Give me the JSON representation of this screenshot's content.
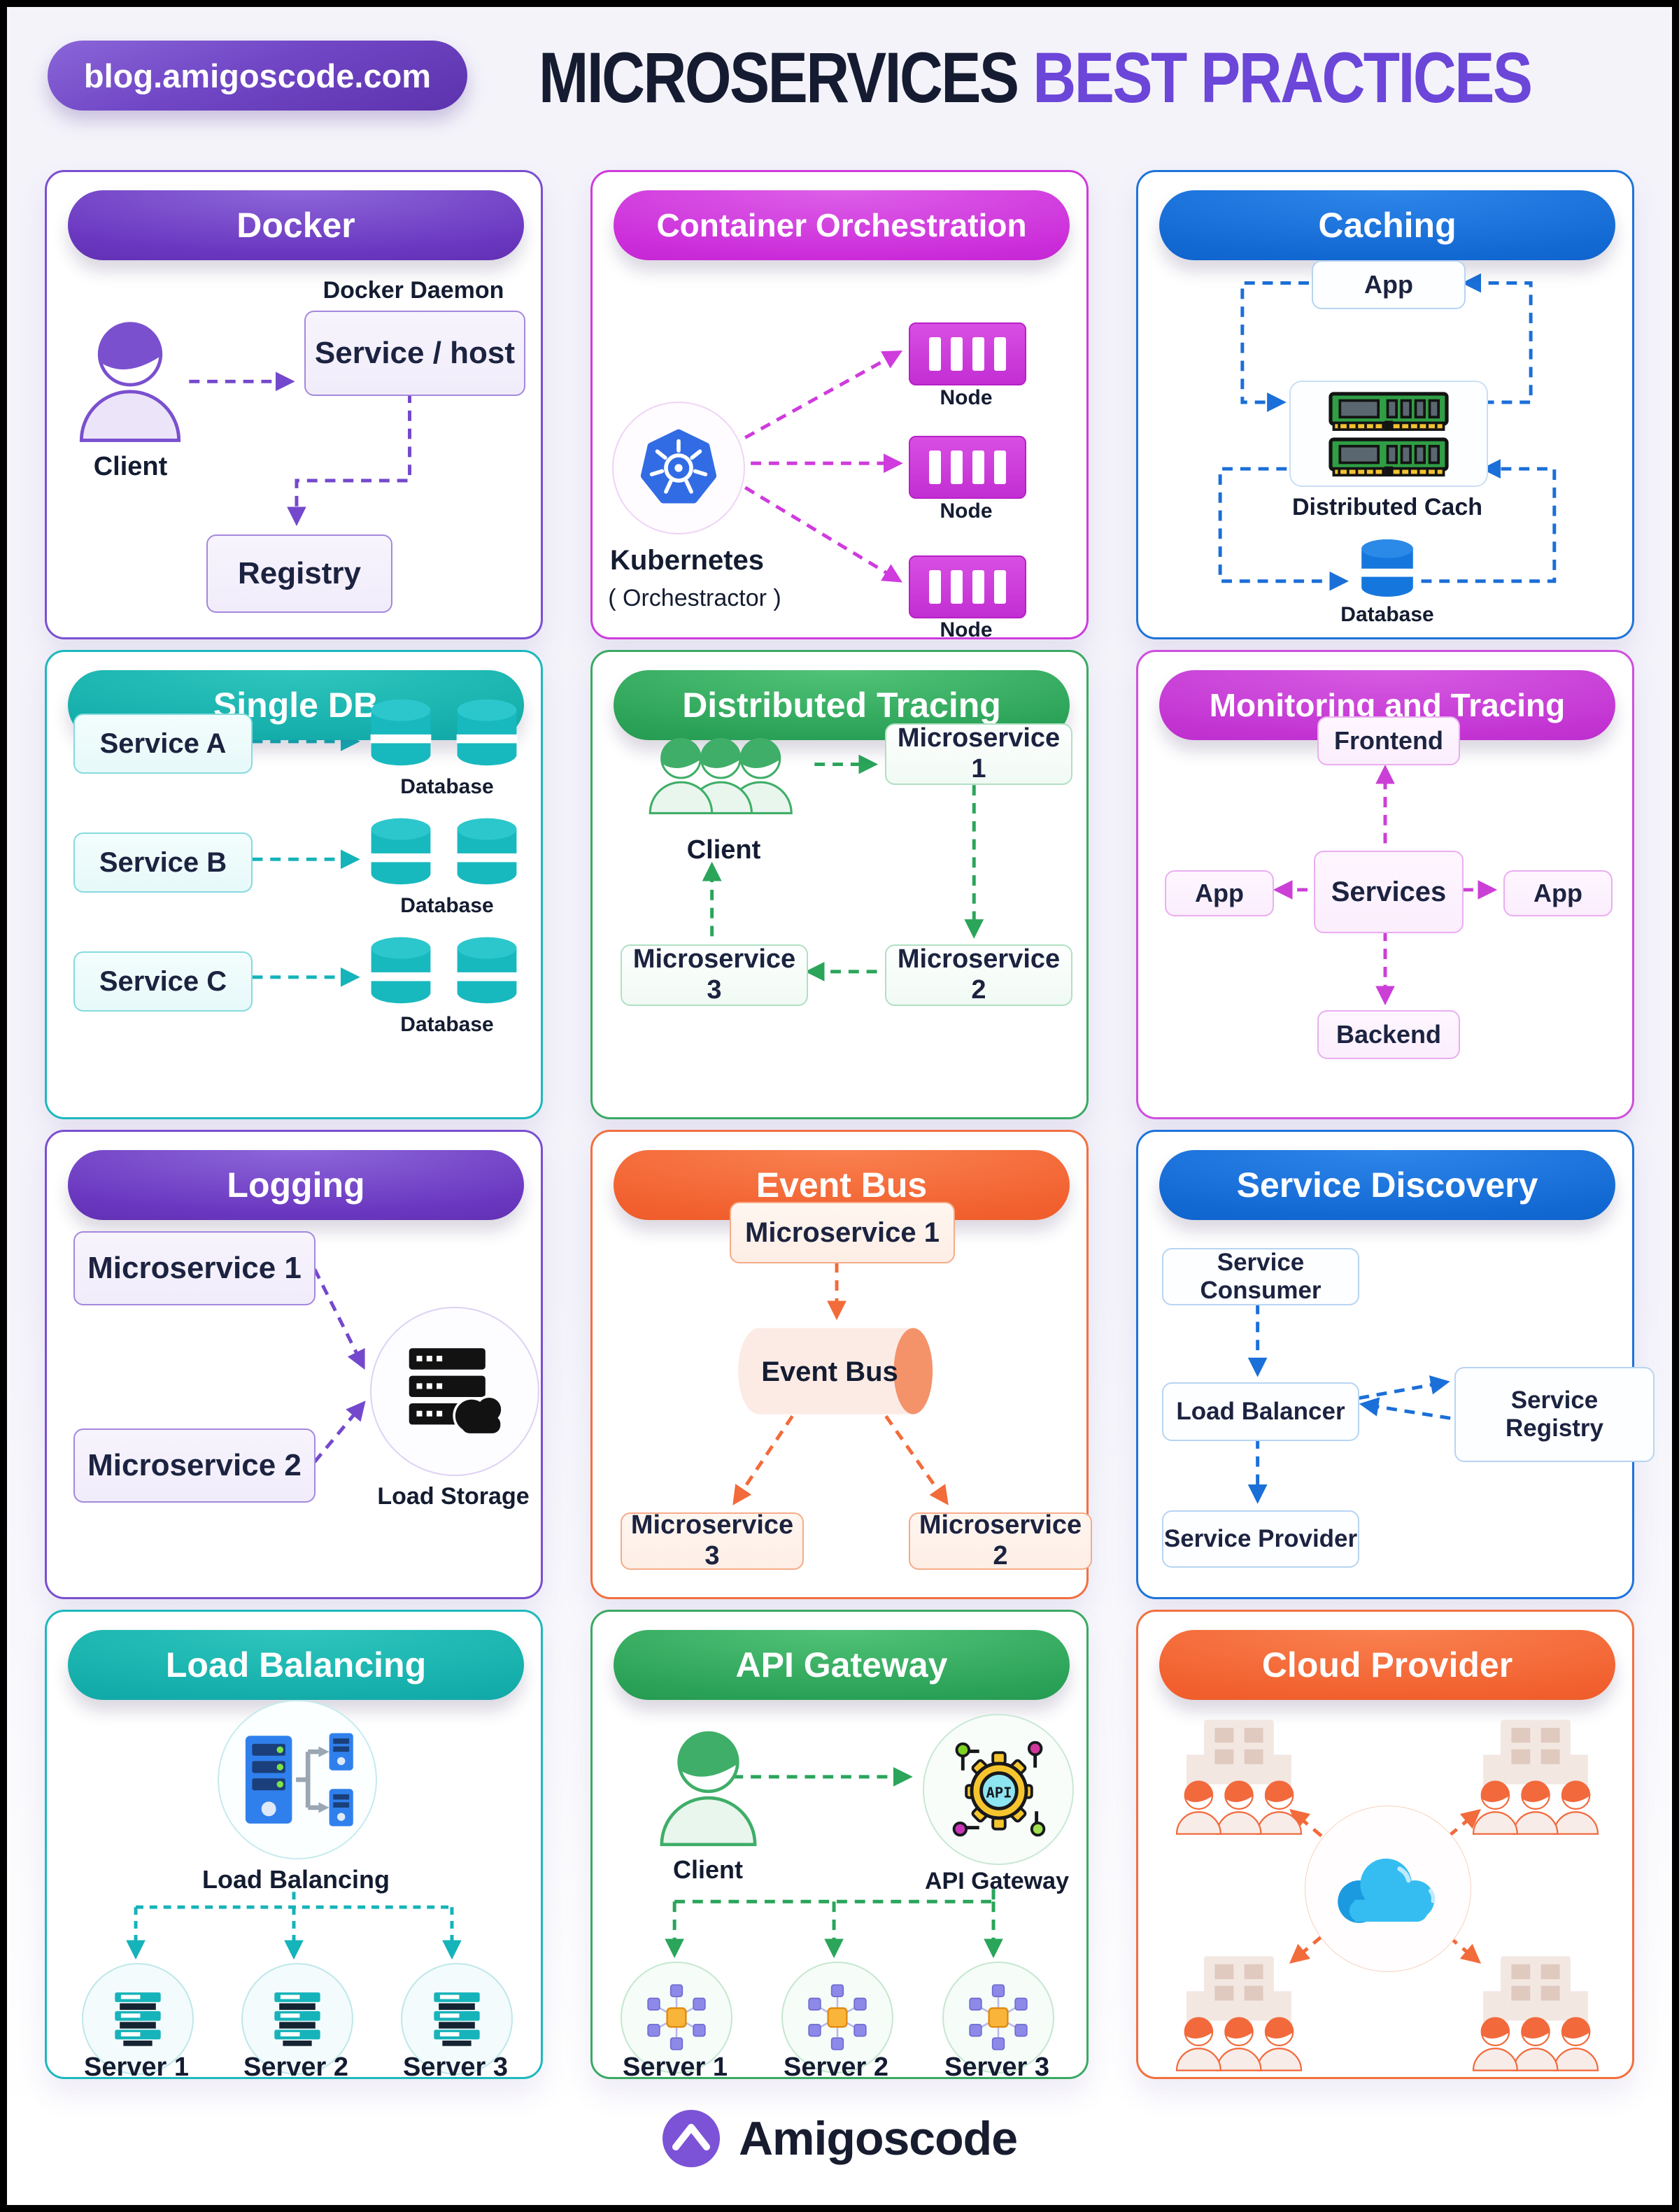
{
  "page": {
    "badge": "blog.amigoscode.com",
    "title_dark": "MICROSERVICES",
    "title_accent": "BEST PRACTICES",
    "footer_brand": "Amigoscode"
  },
  "colors": {
    "purple": "#6a38c0",
    "magenta": "#cb2cd9",
    "blue": "#1268d2",
    "teal": "#14adaa",
    "green": "#29a156",
    "orchid": "#c233d2",
    "orange": "#f1602e",
    "navy_text": "#151b30",
    "kubernetes_blue": "#326ce5"
  },
  "cards": {
    "docker": {
      "title": "Docker",
      "client": "Client",
      "daemon_label": "Docker Daemon",
      "service_host": "Service / host",
      "registry": "Registry"
    },
    "orchestration": {
      "title": "Container Orchestration",
      "k8s": "Kubernetes",
      "k8s_sub": "( Orchestractor )",
      "node_label": "Node"
    },
    "caching": {
      "title": "Caching",
      "app": "App",
      "cache_label": "Distributed Cach",
      "database": "Database"
    },
    "single_db": {
      "title": "Single DB",
      "services": [
        "Service A",
        "Service B",
        "Service C"
      ],
      "database_label": "Database"
    },
    "tracing": {
      "title": "Distributed Tracing",
      "client": "Client",
      "ms1": "Microservice 1",
      "ms2": "Microservice 2",
      "ms3": "Microservice 3"
    },
    "monitoring": {
      "title": "Monitoring and Tracing",
      "frontend": "Frontend",
      "services": "Services",
      "app_left": "App",
      "app_right": "App",
      "backend": "Backend"
    },
    "logging": {
      "title": "Logging",
      "ms1": "Microservice 1",
      "ms2": "Microservice 2",
      "storage": "Load Storage"
    },
    "event_bus": {
      "title": "Event Bus",
      "ms1": "Microservice 1",
      "bus": "Event Bus",
      "ms3": "Microservice 3",
      "ms2": "Microservice 2"
    },
    "discovery": {
      "title": "Service Discovery",
      "consumer": "Service Consumer",
      "lb": "Load Balancer",
      "registry": "Service Registry",
      "provider": "Service Provider"
    },
    "load_balancing": {
      "title": "Load Balancing",
      "label": "Load Balancing",
      "servers": [
        "Server 1",
        "Server 2",
        "Server 3"
      ]
    },
    "api_gateway": {
      "title": "API Gateway",
      "client": "Client",
      "gateway": "API Gateway",
      "icon_text": "API",
      "servers": [
        "Server 1",
        "Server 2",
        "Server 3"
      ]
    },
    "cloud": {
      "title": "Cloud Provider"
    }
  }
}
